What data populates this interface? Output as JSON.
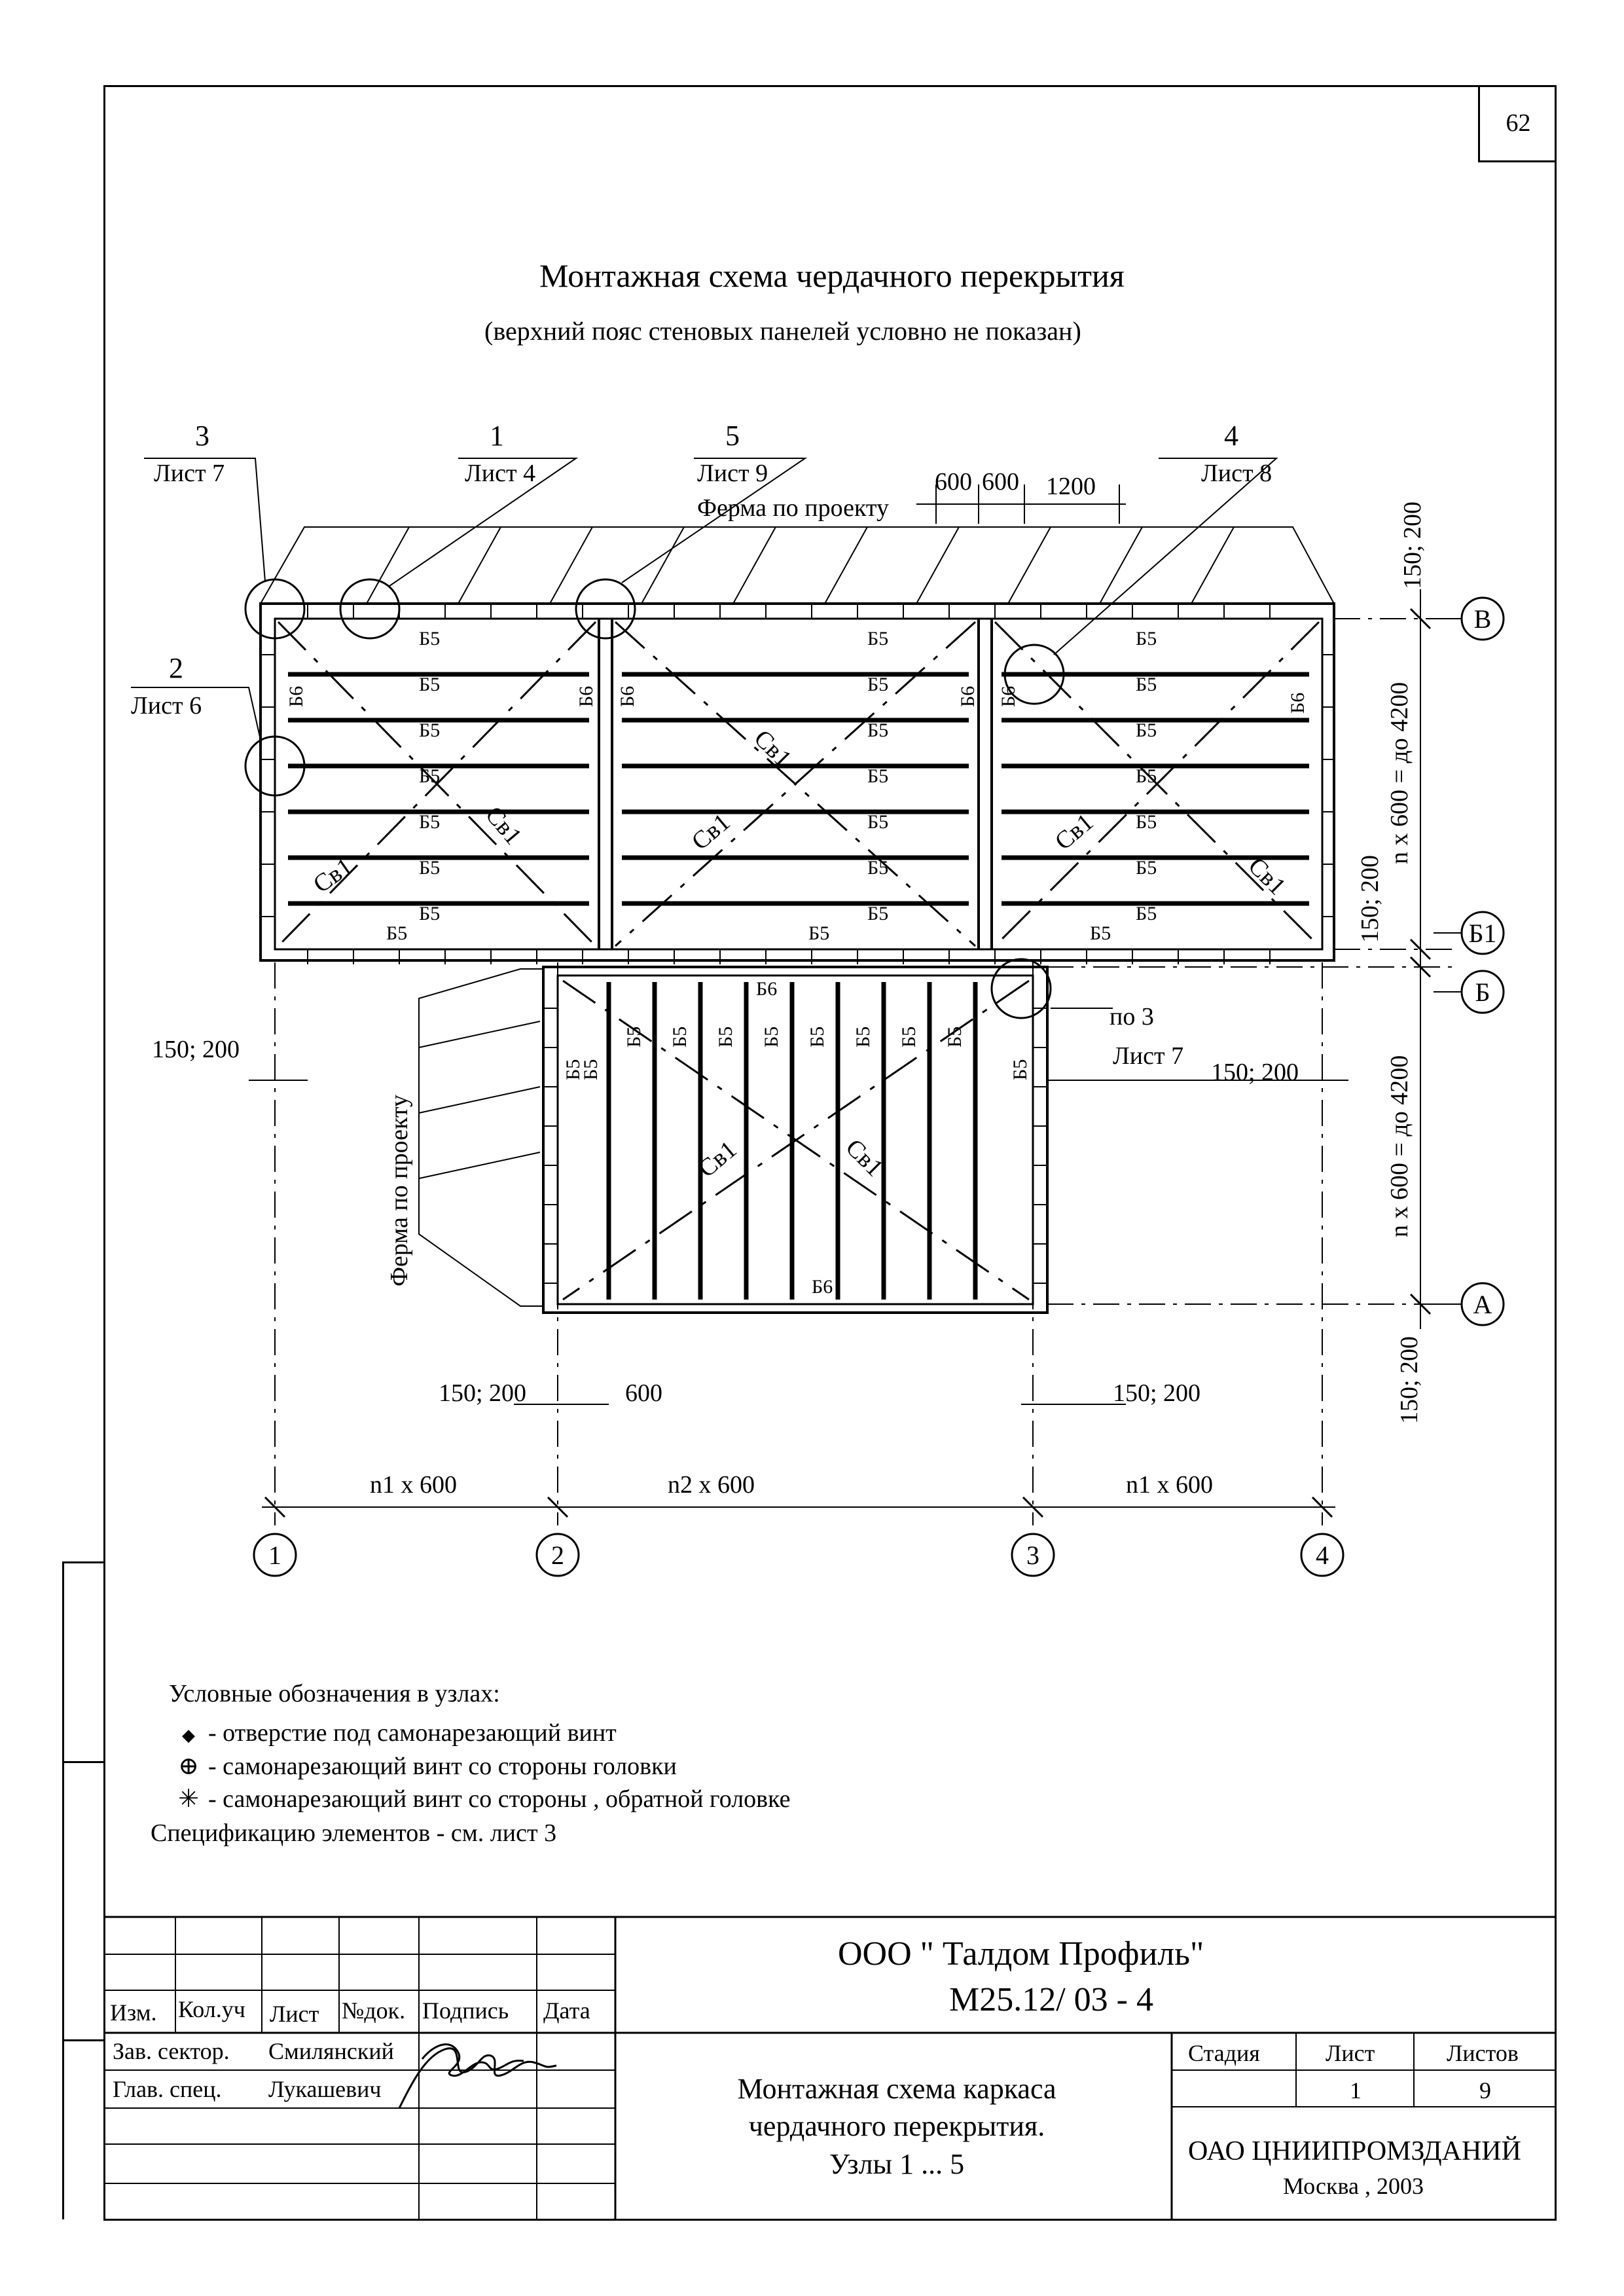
{
  "sheet_number": "62",
  "title": "Монтажная схема чердачного перекрытия",
  "subtitle": "(верхний пояс стеновых панелей условно не показан)",
  "callouts": [
    {
      "num": "3",
      "ref": "Лист 7"
    },
    {
      "num": "1",
      "ref": "Лист 4"
    },
    {
      "num": "5",
      "ref": "Лист 9"
    },
    {
      "num": "4",
      "ref": "Лист 8"
    },
    {
      "num": "2",
      "ref": "Лист 6"
    }
  ],
  "callout_po3": {
    "text": "по 3",
    "ref": "Лист 7"
  },
  "truss_label": "Ферма по проекту",
  "top_dims": [
    "600",
    "600",
    "1200"
  ],
  "right_dims": {
    "top": "150; 200",
    "upper_span": "n x 600 = до 4200",
    "mid": "150; 200",
    "lower_span": "n x 600 = до 4200",
    "bottom": "150; 200"
  },
  "left_dim": "150; 200",
  "right_inner_dim": "150; 200",
  "bottom_dims": [
    "150; 200",
    "600",
    "150; 200"
  ],
  "span_dims": [
    "n1 x 600",
    "n2 x 600",
    "n1 x 600"
  ],
  "axes_x": [
    "1",
    "2",
    "3",
    "4"
  ],
  "axes_y": [
    "В",
    "Б1",
    "Б",
    "А"
  ],
  "element_marks": {
    "b5": "Б5",
    "b6": "Б6",
    "sv1": "Св1"
  },
  "legend": {
    "heading": "Условные обозначения в узлах:",
    "items": [
      {
        "symbol": "◆",
        "text": "- отверстие под самонарезающий винт"
      },
      {
        "symbol": "⊕",
        "text": "- самонарезающий винт со стороны головки"
      },
      {
        "symbol": "✳",
        "text": "- самонарезающий винт со стороны , обратной головке"
      }
    ],
    "spec": "Спецификацию  элементов - см. лист 3"
  },
  "title_block": {
    "company": "ООО \" Талдом   Профиль\"",
    "code": "М25.12/ 03 - 4",
    "headers": [
      "Изм.",
      "Кол.уч",
      "Лист",
      "№док.",
      "Подпись",
      "Дата"
    ],
    "rows": [
      {
        "role": "Зав. сектор.",
        "name": "Смилянский"
      },
      {
        "role": "Глав. спец.",
        "name": "Лукашевич"
      }
    ],
    "doc_title": [
      "Монтажная схема каркаса",
      "чердачного перекрытия.",
      "Узлы 1 ... 5"
    ],
    "stage_label": "Стадия",
    "sheet_label": "Лист",
    "sheets_label": "Листов",
    "sheet_value": "1",
    "sheets_value": "9",
    "org": "ОАО ЦНИИПРОМЗДАНИЙ",
    "city_year": "Москва , 2003"
  }
}
